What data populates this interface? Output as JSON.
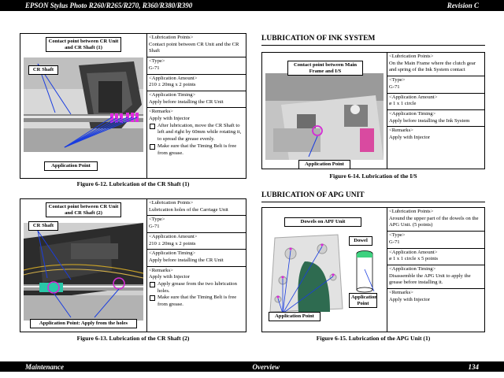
{
  "header": {
    "left": "EPSON Stylus Photo R260/R265/R270, R360/R380/R390",
    "right": "Revision C"
  },
  "footer": {
    "left": "Maintenance",
    "center": "Overview",
    "right": "134"
  },
  "left_top": {
    "label": "Contact point between CR Unit and CR Shaft (1)",
    "shaft_label": "CR Shaft",
    "point_label": "Application Point",
    "caption": "Figure 6-12.  Lubrication of the CR Shaft (1)",
    "lub_label": "<Lubrication Points>",
    "lub_value": "Contact point between CR Unit and the CR Shaft",
    "type_label": "<Type>",
    "type_value": "G-71",
    "amount_label": "<Application Amount>",
    "amount_value": "210 ± 20mg x 2 points",
    "timing_label": "<Application Timing>",
    "timing_value": "Apply before installing the CR Unit",
    "remarks_label": "<Remarks>",
    "remarks_value": "Apply with Injector",
    "bullets": [
      "After lubrication, move the CR Shaft to left and right by 60mm while rotating it, to spread the grease evenly.",
      "Make sure that the Timing Belt is free from grease."
    ]
  },
  "left_bottom": {
    "label": "Contact point between CR Unit and CR Shaft (2)",
    "shaft_label": "CR Shaft",
    "point_label": "Application Point: Apply from the holes",
    "caption": "Figure 6-13.  Lubrication of the CR Shaft (2)",
    "lub_label": "<Lubrication Points>",
    "lub_value": "Lubrication holes of the Carriage Unit",
    "type_label": "<Type>",
    "type_value": "G-71",
    "amount_label": "<Application Amount>",
    "amount_value": "210 ± 20mg x 2 points",
    "timing_label": "<Application Timing>",
    "timing_value": "Apply before installing the CR Unit",
    "remarks_label": "<Remarks>",
    "remarks_value": "Apply with Injector",
    "bullets": [
      "Apply grease from the two lubrication holes.",
      "Make sure that the Timing Belt is free from grease."
    ]
  },
  "right_top": {
    "section": "LUBRICATION OF INK SYSTEM",
    "label": "Contact point between Main Frame and I/S",
    "point_label": "Application Point",
    "caption": "Figure 6-14.  Lubrication of the I/S",
    "lub_label": "<Lubrication Points>",
    "lub_value": "On the Main Frame where the clutch gear and spring of the Ink System contact",
    "type_label": "<Type>",
    "type_value": "G-71",
    "amount_label": "<Application Amount>",
    "amount_value": "ø 1 x 1 circle",
    "timing_label": "<Application Timing>",
    "timing_value": "Apply before installing the Ink System",
    "remarks_label": "<Remarks>",
    "remarks_value": "Apply with Injector"
  },
  "right_bottom": {
    "section": "LUBRICATION OF APG UNIT",
    "label": "Dowels on APF Unit",
    "dowel_label": "Dowel",
    "point_label": "Application Point",
    "point_label2": "Application Point",
    "caption": "Figure 6-15.  Lubrication of the APG Unit (1)",
    "lub_label": "<Lubrication Points>",
    "lub_value": "Around the upper part of the dowels on the APG Unit. (5 points)",
    "type_label": "<Type>",
    "type_value": "G-71",
    "amount_label": "<Application Amount>",
    "amount_value": "ø 1 x 1 circle x 5 points",
    "timing_label": "<Application Timing>",
    "timing_value": "Disassemble the APG Unit to apply the grease before installing it.",
    "remarks_label": "<Remarks>",
    "remarks_value": "Apply with Injector"
  }
}
